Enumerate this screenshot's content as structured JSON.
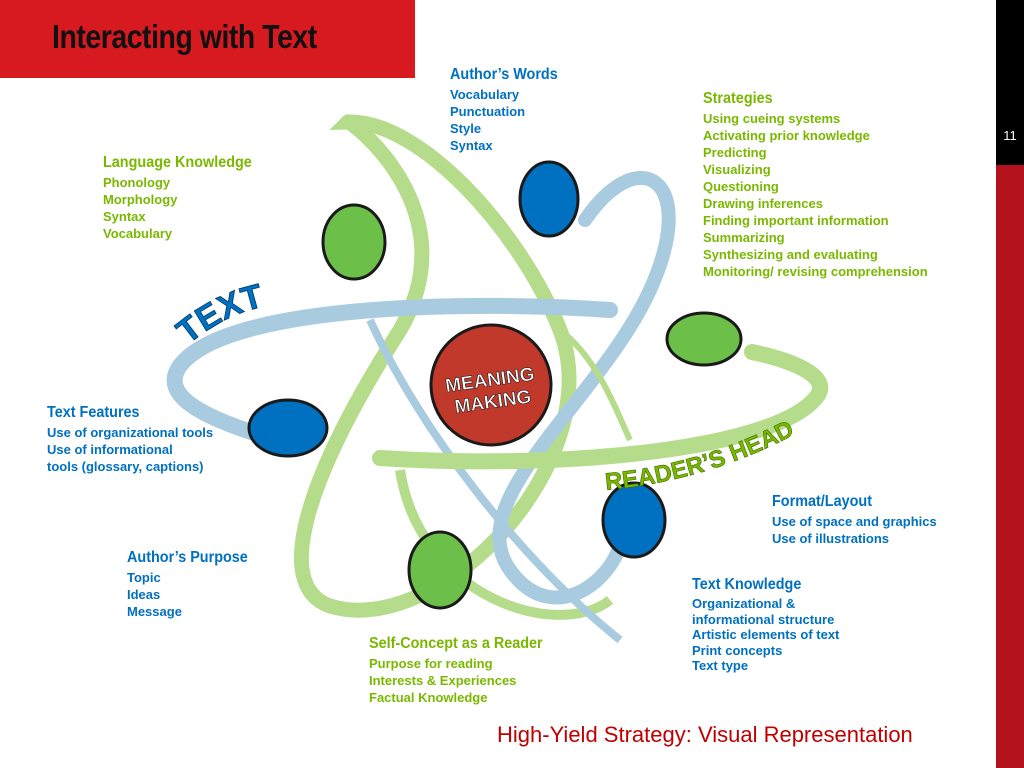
{
  "title": "Interacting with Text",
  "slide_number": "11",
  "footer": "High-Yield Strategy: Visual Representation",
  "colors": {
    "title_bar": "#d71920",
    "blue_text": "#0070c0",
    "green_text": "#7ab800",
    "center_circle": "#c0392b",
    "light_blue_orbit": "#a9cbe0",
    "light_green_orbit": "#b5dc8a"
  },
  "diagram": {
    "center_line1": "MEANING",
    "center_line2": "MAKING",
    "orbit_label_text": "TEXT",
    "orbit_label_reader": "READER’S HEAD"
  },
  "blocks": {
    "authors_words": {
      "heading": "Author’s Words",
      "items": [
        "Vocabulary",
        "Punctuation",
        "Style",
        "Syntax"
      ]
    },
    "strategies": {
      "heading": "Strategies",
      "items": [
        "Using cueing systems",
        "Activating prior knowledge",
        "Predicting",
        "Visualizing",
        "Questioning",
        "Drawing inferences",
        "Finding important information",
        "Summarizing",
        "Synthesizing and evaluating",
        "Monitoring/ revising comprehension"
      ]
    },
    "language_knowledge": {
      "heading": "Language Knowledge",
      "items": [
        "Phonology",
        "Morphology",
        "Syntax",
        "Vocabulary"
      ]
    },
    "text_features": {
      "heading": "Text Features",
      "items": [
        "Use of organizational tools",
        "Use of  informational",
        "tools (glossary, captions)"
      ]
    },
    "format_layout": {
      "heading": "Format/Layout",
      "items": [
        "Use of space and graphics",
        "Use of  illustrations"
      ]
    },
    "authors_purpose": {
      "heading": "Author’s Purpose",
      "items": [
        "Topic",
        "Ideas",
        "Message"
      ]
    },
    "text_knowledge": {
      "heading": "Text Knowledge",
      "items": [
        "Organizational &",
        "informational structure",
        "Artistic elements of text",
        "Print concepts",
        "Text type"
      ]
    },
    "self_concept": {
      "heading": "Self-Concept as a Reader",
      "items": [
        "Purpose for reading",
        "Interests & Experiences",
        "Factual Knowledge"
      ]
    }
  }
}
